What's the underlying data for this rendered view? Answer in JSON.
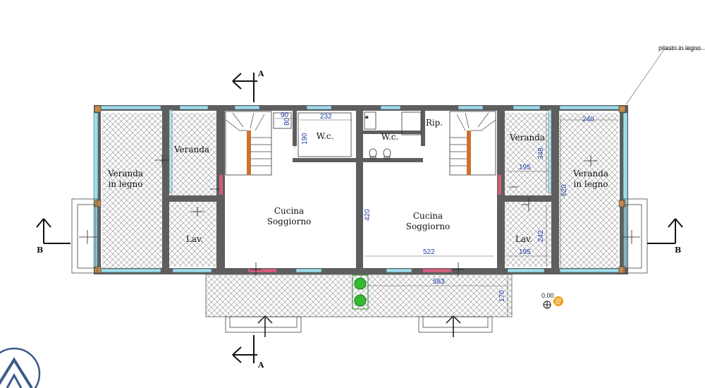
{
  "rooms": {
    "veranda_legno_left": "Veranda\nin legno",
    "veranda_left": "Veranda",
    "lav_left": "Lav.",
    "cucina_left": "Cucina\nSoggiorno",
    "wc_left": "W.c.",
    "wc_right": "W.c.",
    "rip": "Rip.",
    "cucina_right": "Cucina\nSoggiorno",
    "veranda_right": "Veranda",
    "lav_right": "Lav.",
    "veranda_legno_right": "Veranda\nin legno"
  },
  "dimensions": {
    "d90": "90",
    "d80": "80",
    "d232": "232",
    "d190": "190",
    "d420": "420",
    "d522": "522",
    "d195_top": "195",
    "d348": "348",
    "d240": "240",
    "d620": "620",
    "d195_bottom": "195",
    "d242": "242",
    "d583": "583",
    "d170": "170"
  },
  "section_marks": {
    "a_top": "A",
    "a_bottom": "A",
    "b_left": "B",
    "b_right": "B"
  },
  "annotations": {
    "pillars": "pilastri in legno",
    "elevation": "0.00"
  },
  "icons": [
    "north-arrow-icon",
    "info-badge-icon",
    "section-arrow-icon",
    "toilet-icon",
    "shower-icon",
    "plant-pot-icon"
  ],
  "colors": {
    "wall": "#5e5e5e",
    "glass": "#9fdcec",
    "dimension": "#1f3fa8",
    "stair": "#d07030",
    "pillar": "#c98a4b",
    "plant": "#33bb33"
  }
}
